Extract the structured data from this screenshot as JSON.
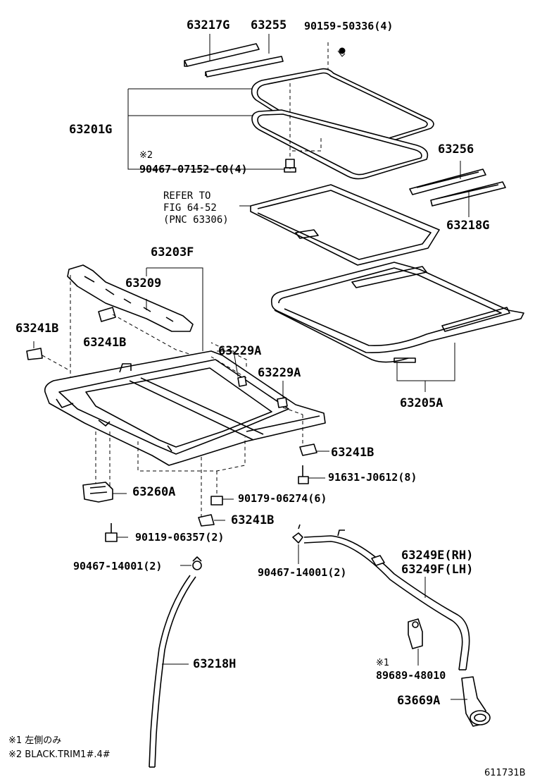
{
  "labels": {
    "p63217G": "63217G",
    "p63255": "63255",
    "p90159": "90159-50336(4)",
    "p63201G": "63201G",
    "p90467_07152_mark": "※2",
    "p90467_07152": "90467-07152-C0(4)",
    "p63256": "63256",
    "p63218G": "63218G",
    "refer_line1": "REFER TO",
    "refer_line2": "FIG 64-52",
    "refer_line3": "(PNC 63306)",
    "p63203F": "63203F",
    "p63209": "63209",
    "p63241B_left": "63241B",
    "p63241B_upper": "63241B",
    "p63229A_upper": "63229A",
    "p63229A_lower": "63229A",
    "p63205A": "63205A",
    "p63241B_right": "63241B",
    "p91631": "91631-J0612(8)",
    "p63260A": "63260A",
    "p90179": "90179-06274(6)",
    "p63241B_bottom": "63241B",
    "p90119": "90119-06357(2)",
    "p90467_14001_left": "90467-14001(2)",
    "p90467_14001_right": "90467-14001(2)",
    "p63249E": "63249E(RH)",
    "p63249F": "63249F(LH)",
    "p89689_mark": "※1",
    "p89689": "89689-48010",
    "p63669A": "63669A",
    "p63218H": "63218H"
  },
  "notes": {
    "note1": "※1 左側のみ",
    "note2": "※2 BLACK.TRIM1#.4#"
  },
  "figure_id": "611731B"
}
